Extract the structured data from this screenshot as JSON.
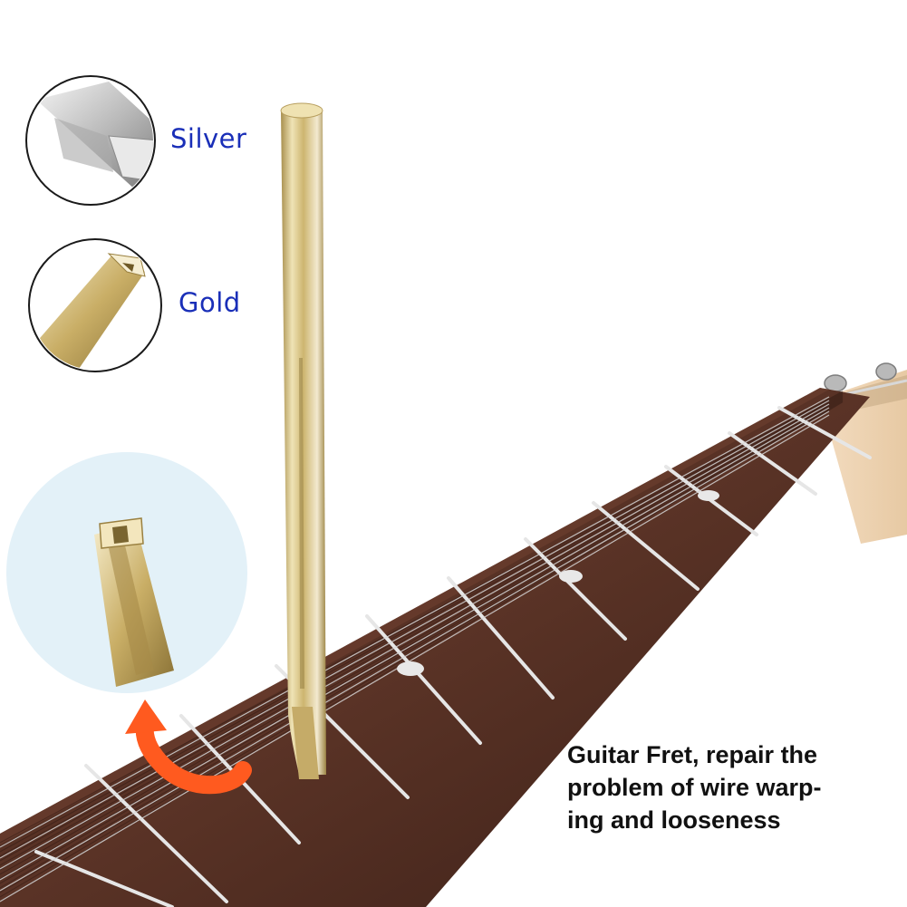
{
  "variants": [
    {
      "label": "Silver",
      "color": "#c8c8c8"
    },
    {
      "label": "Gold",
      "color": "#d4bf7a"
    }
  ],
  "caption": {
    "lines": [
      "Guitar Fret, repair the",
      "problem of wire warp-",
      "ing and looseness"
    ]
  },
  "colors": {
    "text_label": "#1a2fb8",
    "fretboard": "#4a2a20",
    "fret_wire": "#e6e6e6",
    "tool_gold": "#d9c98c",
    "arrow": "#ff5a1f",
    "zoom_bubble": "#e3f1f8"
  }
}
